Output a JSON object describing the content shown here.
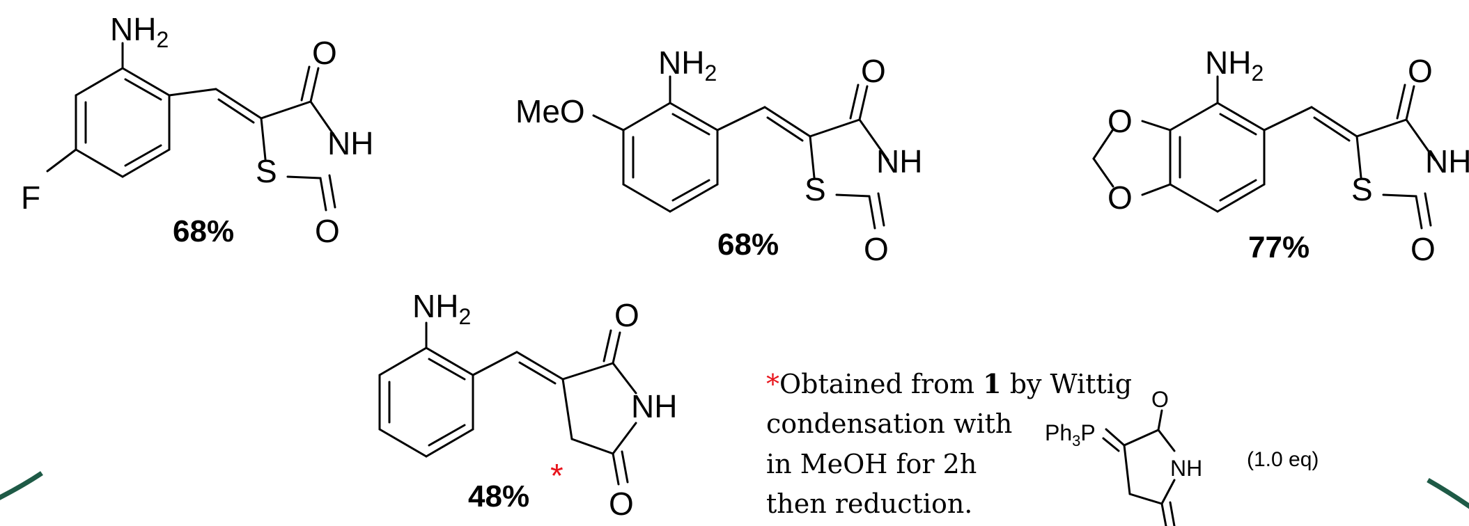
{
  "compounds": [
    {
      "yield": "68%",
      "labels": {
        "nh2": "NH",
        "nh2_sub": "2",
        "f": "F",
        "o_top": "O",
        "nh": "NH",
        "s": "S",
        "o_bot": "O"
      }
    },
    {
      "yield": "68%",
      "labels": {
        "nh2": "NH",
        "nh2_sub": "2",
        "meo": "MeO",
        "o_top": "O",
        "nh": "NH",
        "s": "S",
        "o_bot": "O"
      }
    },
    {
      "yield": "77%",
      "labels": {
        "nh2": "NH",
        "nh2_sub": "2",
        "o_ring1": "O",
        "o_ring2": "O",
        "o_top": "O",
        "nh": "NH",
        "s": "S",
        "o_bot": "O"
      }
    },
    {
      "yield": "48%",
      "marker": "*",
      "labels": {
        "nh2": "NH",
        "nh2_sub": "2",
        "o_top": "O",
        "nh": "NH",
        "o_bot": "O"
      }
    }
  ],
  "note": {
    "marker": "*",
    "line1_prefix": "Obtained from ",
    "line1_bold": "1",
    "line1_suffix": " by Wittig",
    "line2": "condensation with",
    "line3": "in MeOH for 2h",
    "line4": "then reduction.",
    "reagent": {
      "ph": "Ph",
      "ph_sub": "3",
      "p": "P",
      "o": "O",
      "nh": "NH"
    },
    "equiv": "(1.0 eq)"
  },
  "colors": {
    "asterisk": "#e8141c",
    "frame_arc": "#1e5a46"
  }
}
